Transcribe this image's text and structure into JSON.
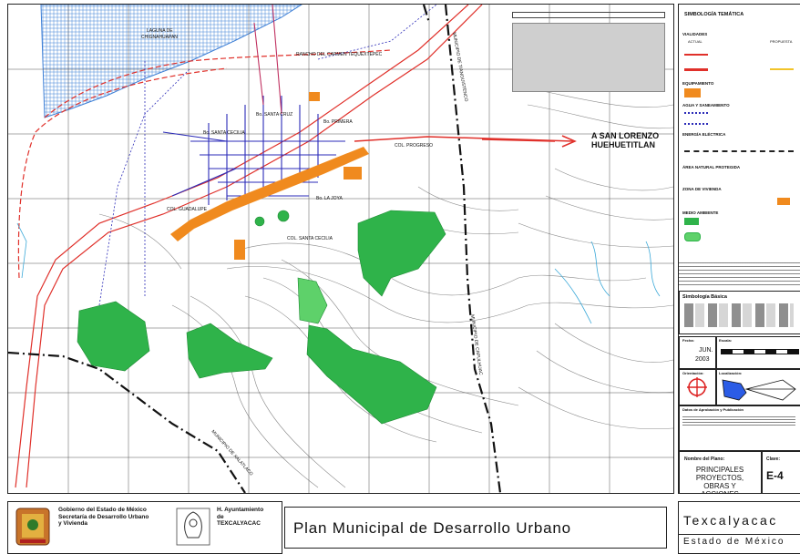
{
  "map": {
    "destination_label": [
      "A SAN LORENZO",
      "HUEHUETITLAN"
    ],
    "place_labels": [
      {
        "text": "LAGUNA DE",
        "k": "l1"
      },
      {
        "text": "CHIGNAHUAPAN",
        "k": "l2"
      },
      {
        "text": "RANCHO DEL CARMEN TEQUEXTEPEC",
        "k": "rancho"
      },
      {
        "text": "Bo. SANTA CECILIA",
        "k": "cecilia"
      },
      {
        "text": "Bo. SANTA CRUZ",
        "k": "cruz"
      },
      {
        "text": "Bo. LA JOYA",
        "k": "joya"
      },
      {
        "text": "Bo. PRIMERA",
        "k": "primera"
      },
      {
        "text": "COL. PROGRESO",
        "k": "progreso"
      },
      {
        "text": "COL. GUADALUPE",
        "k": "guadalupe"
      },
      {
        "text": "COL. SANTA CECILIA",
        "k": "colcecilia"
      },
      {
        "text": "MUNICIPIO DE TIANGUISTENCO",
        "k": "tiang"
      },
      {
        "text": "MUNICIPIO DE CAPULHUAC",
        "k": "capul"
      },
      {
        "text": "MUNICIPIO DE XALATLACO",
        "k": "xala"
      }
    ],
    "colors": {
      "lake": "#3d7fd6",
      "road_red": "#e0302a",
      "blue_network": "#2b2bb8",
      "corridor": "#f08a1e",
      "green_area": "#2fb34a",
      "limits": "#111111",
      "contour": "#8a8a8a"
    }
  },
  "legend": {
    "title": "SIMBOLOGÍA TEMÁTICA",
    "sections": [
      "VIALIDADES",
      "EQUIPAMIENTO",
      "AGUA Y SANEAMIENTO",
      "ENERGÍA ELÉCTRICA",
      "ÁREA NATURAL PROTEGIDA",
      "ZONA DE VIVIENDA",
      "MEDIO AMBIENTE",
      "Simbología Básica"
    ],
    "col_actual": "ACTUAL",
    "col_propuesta": "PROPUESTA",
    "fecha_label": "Fecha:",
    "fecha_value": [
      "JUN.",
      "2003"
    ],
    "escala_label": "Escala:",
    "orientacion_label": "Orientación:",
    "localizacion_label": "Localización:",
    "datos_label": "Datos de Aprobación y Publicación",
    "plano_label": "Nombre del Plano:",
    "plano_name": [
      "PRINCIPALES",
      "PROYECTOS,",
      "OBRAS Y ACCIONES"
    ],
    "clave_label": "Clave:",
    "clave_value": "E-4"
  },
  "footer": {
    "gobierno": [
      "Gobierno del Estado de México",
      "Secretaría de Desarrollo Urbano",
      "y Vivienda"
    ],
    "ayuntamiento": [
      "H. Ayuntamiento",
      "de",
      "TEXCALYACAC"
    ],
    "plan_title": "Plan Municipal de Desarrollo Urbano",
    "municipio": "Texcalyacac",
    "estado": "Estado de México"
  }
}
